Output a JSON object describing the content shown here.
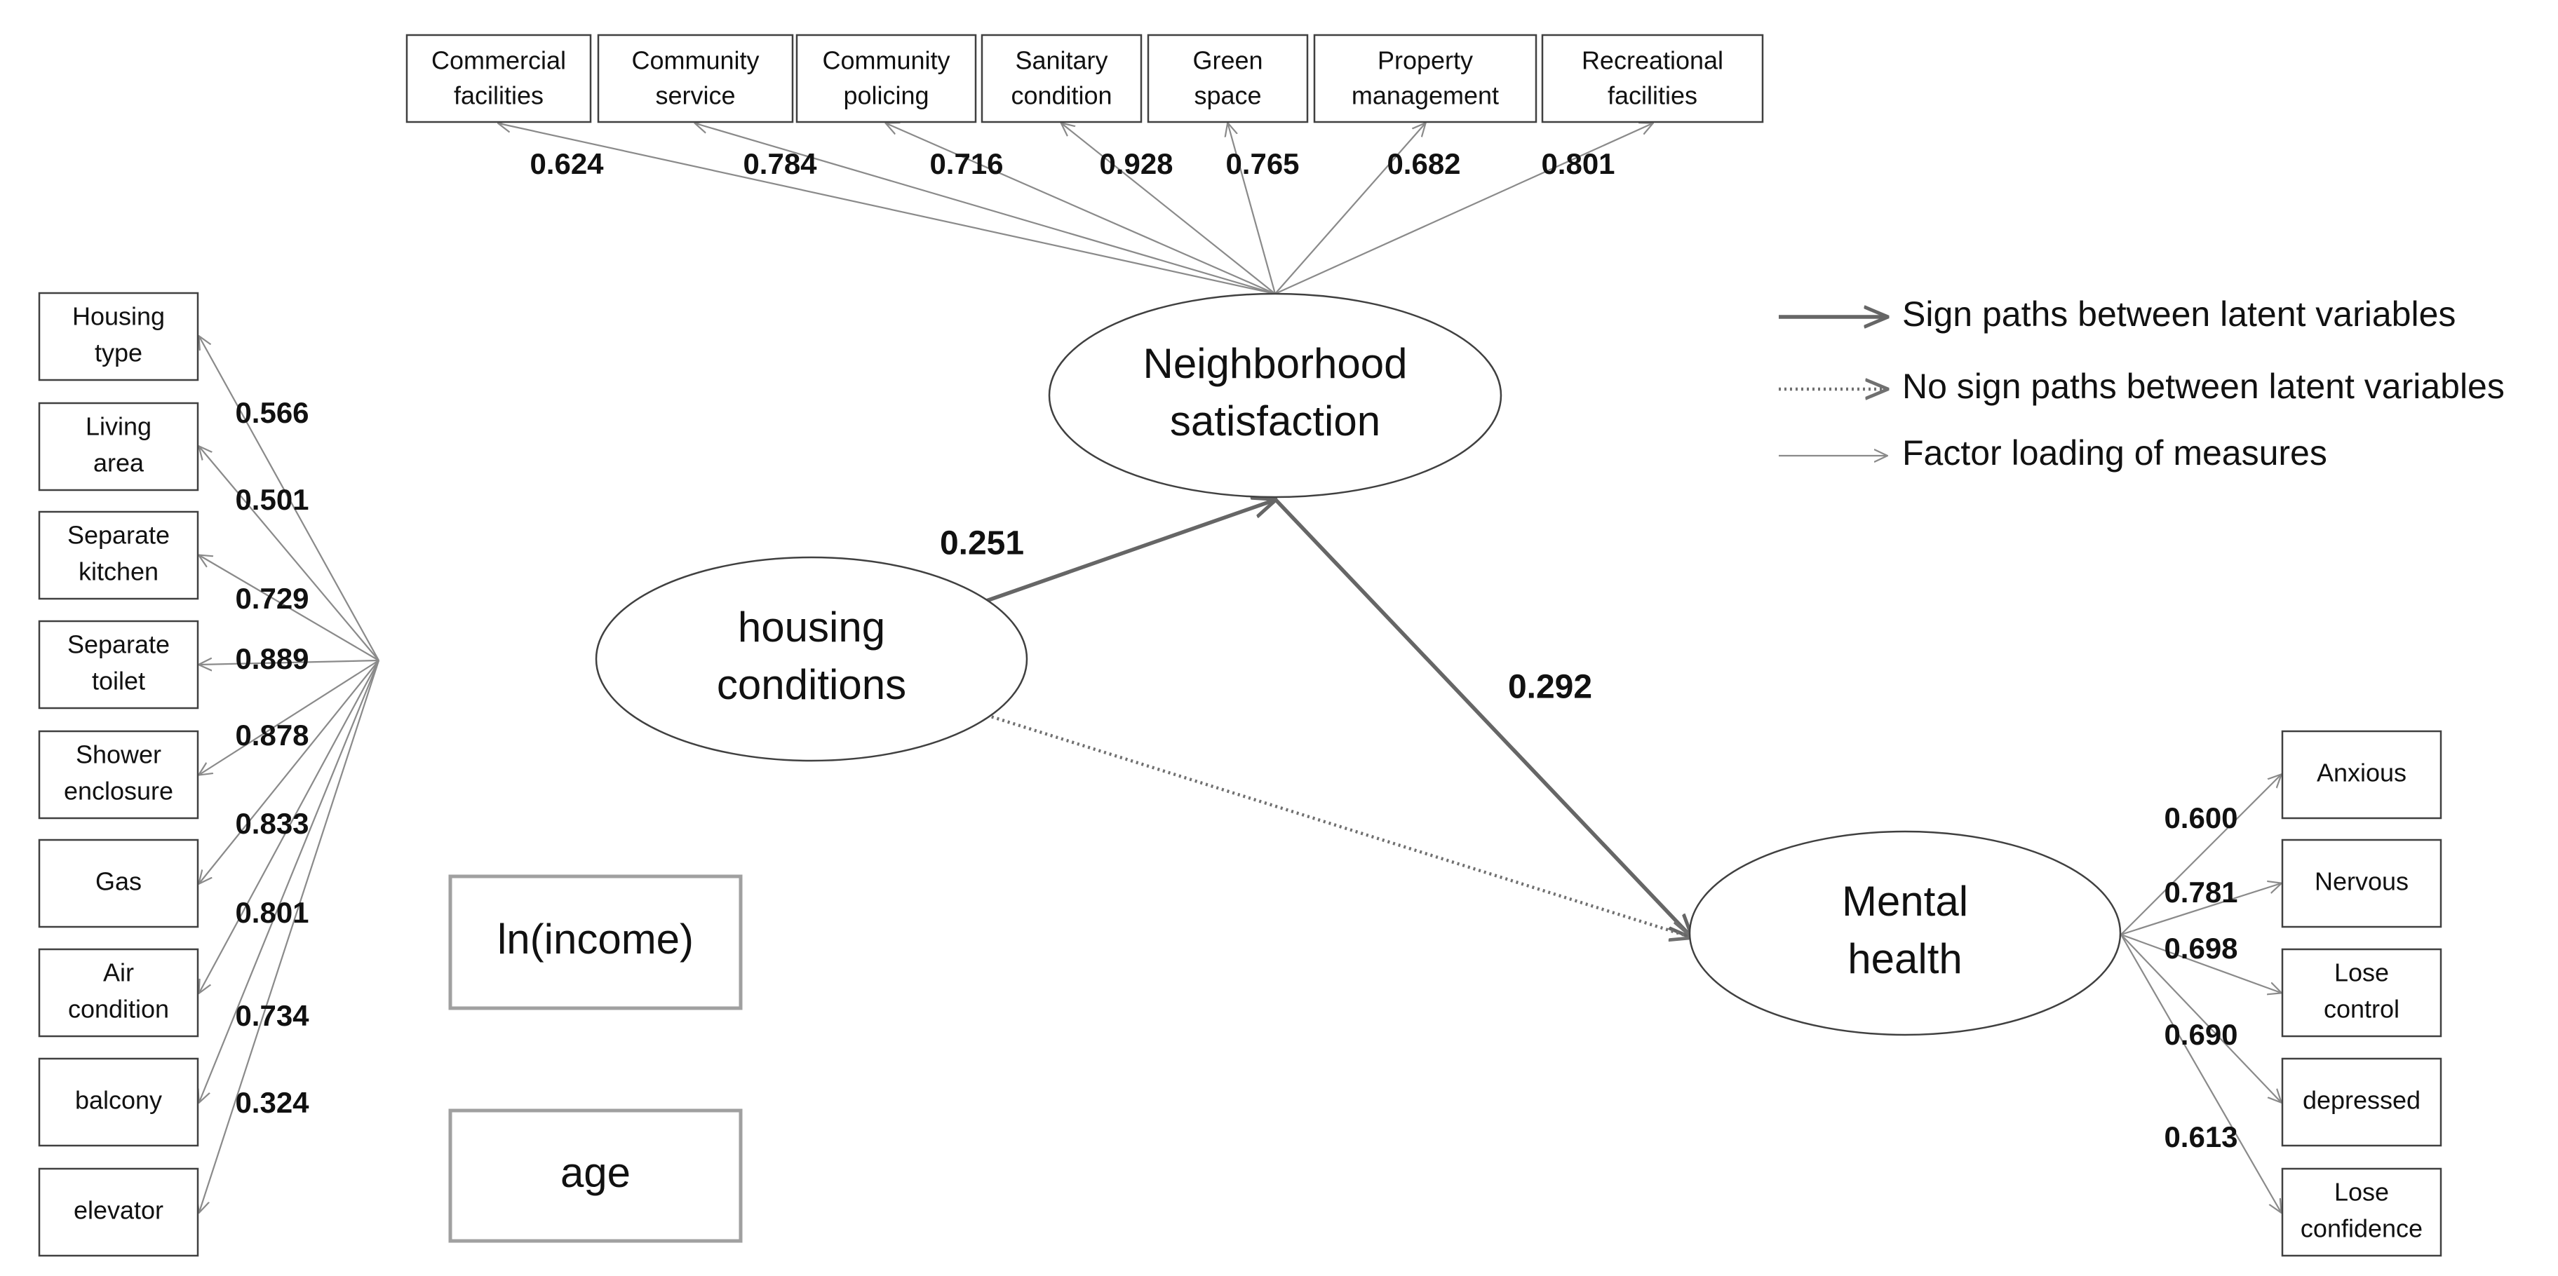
{
  "diagram": {
    "latents": {
      "housing": "housing conditions",
      "neighborhood": "Neighborhood satisfaction",
      "mental": "Mental health"
    },
    "controls": [
      "ln(income)",
      "age"
    ],
    "neighborhood_measures": [
      {
        "label": "Commercial facilities",
        "loading": "0.624"
      },
      {
        "label": "Community service",
        "loading": "0.784"
      },
      {
        "label": "Community policing",
        "loading": "0.716"
      },
      {
        "label": "Sanitary condition",
        "loading": "0.928"
      },
      {
        "label": "Green space",
        "loading": "0.765"
      },
      {
        "label": "Property management",
        "loading": "0.682"
      },
      {
        "label": "Recreational facilities",
        "loading": "0.801"
      }
    ],
    "housing_measures": [
      {
        "label": "Housing type",
        "loading": "0.566"
      },
      {
        "label": "Living area",
        "loading": "0.501"
      },
      {
        "label": "Separate kitchen",
        "loading": "0.729"
      },
      {
        "label": "Separate toilet",
        "loading": "0.889"
      },
      {
        "label": "Shower enclosure",
        "loading": "0.878"
      },
      {
        "label": "Gas",
        "loading": "0.833"
      },
      {
        "label": "Air condition",
        "loading": "0.801"
      },
      {
        "label": "balcony",
        "loading": "0.734"
      },
      {
        "label": "elevator",
        "loading": "0.324"
      }
    ],
    "mental_measures": [
      {
        "label": "Anxious",
        "loading": "0.600"
      },
      {
        "label": "Nervous",
        "loading": "0.781"
      },
      {
        "label": "Lose control",
        "loading": "0.698"
      },
      {
        "label": "depressed",
        "loading": "0.690"
      },
      {
        "label": "Lose confidence",
        "loading": "0.613"
      }
    ],
    "paths": [
      {
        "from": "housing",
        "to": "neighborhood",
        "coef": "0.251",
        "significant": true
      },
      {
        "from": "neighborhood",
        "to": "mental",
        "coef": "0.292",
        "significant": true
      },
      {
        "from": "housing",
        "to": "mental",
        "coef": "",
        "significant": false
      }
    ],
    "legend": [
      {
        "style": "sign",
        "label": "Sign paths between latent variables"
      },
      {
        "style": "nosign",
        "label": "No sign paths between latent variables"
      },
      {
        "style": "loading",
        "label": "Factor loading of measures"
      }
    ],
    "colors": {
      "sign_path": "#666666",
      "loading_line": "#8a8a8a",
      "control_box": "#a0a0a0"
    }
  }
}
